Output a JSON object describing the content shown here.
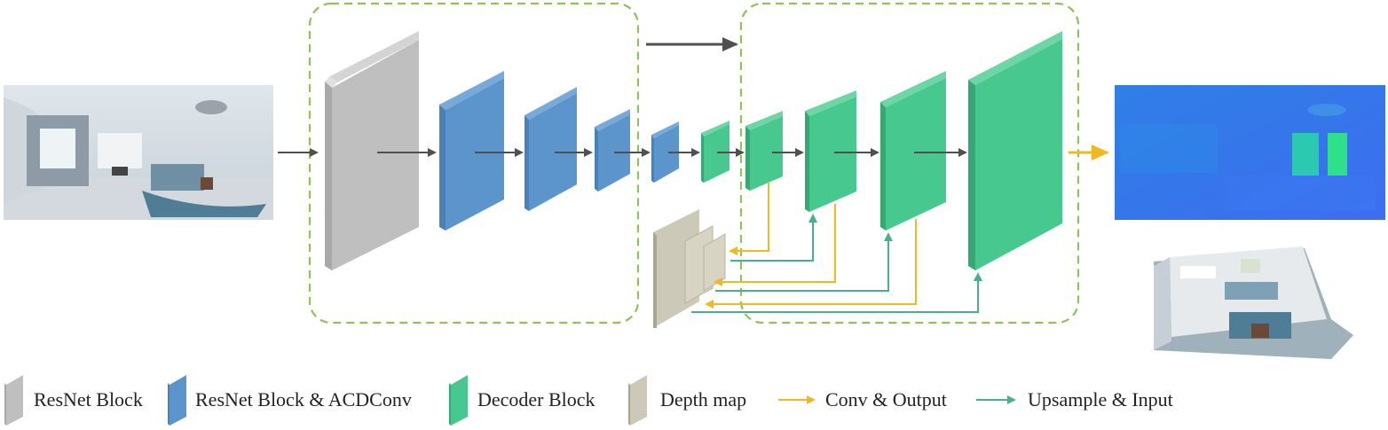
{
  "colors": {
    "resnet": "#bfbfbf",
    "resnet_acd": "#5b95cb",
    "decoder": "#46c88e",
    "depth": "#cdc9b8",
    "conv_output": "#f2b824",
    "upsample_input": "#49b089",
    "dashed_box": "#8cc35a",
    "flow_arrow": "#505050"
  },
  "images": {
    "input_panorama": "panorama-rgb-image",
    "output_depth": "depth-prediction-image",
    "point_cloud": "3d-point-cloud-image"
  },
  "legend": [
    {
      "label": "ResNet Block",
      "kind": "block",
      "color_key": "resnet"
    },
    {
      "label": "ResNet Block & ACDConv",
      "kind": "block",
      "color_key": "resnet_acd"
    },
    {
      "label": "Decoder Block",
      "kind": "block",
      "color_key": "decoder"
    },
    {
      "label": "Depth map",
      "kind": "block",
      "color_key": "depth"
    },
    {
      "label": "Conv & Output",
      "kind": "arrow",
      "color_key": "conv_output"
    },
    {
      "label": "Upsample & Input",
      "kind": "arrow",
      "color_key": "upsample_input"
    }
  ]
}
